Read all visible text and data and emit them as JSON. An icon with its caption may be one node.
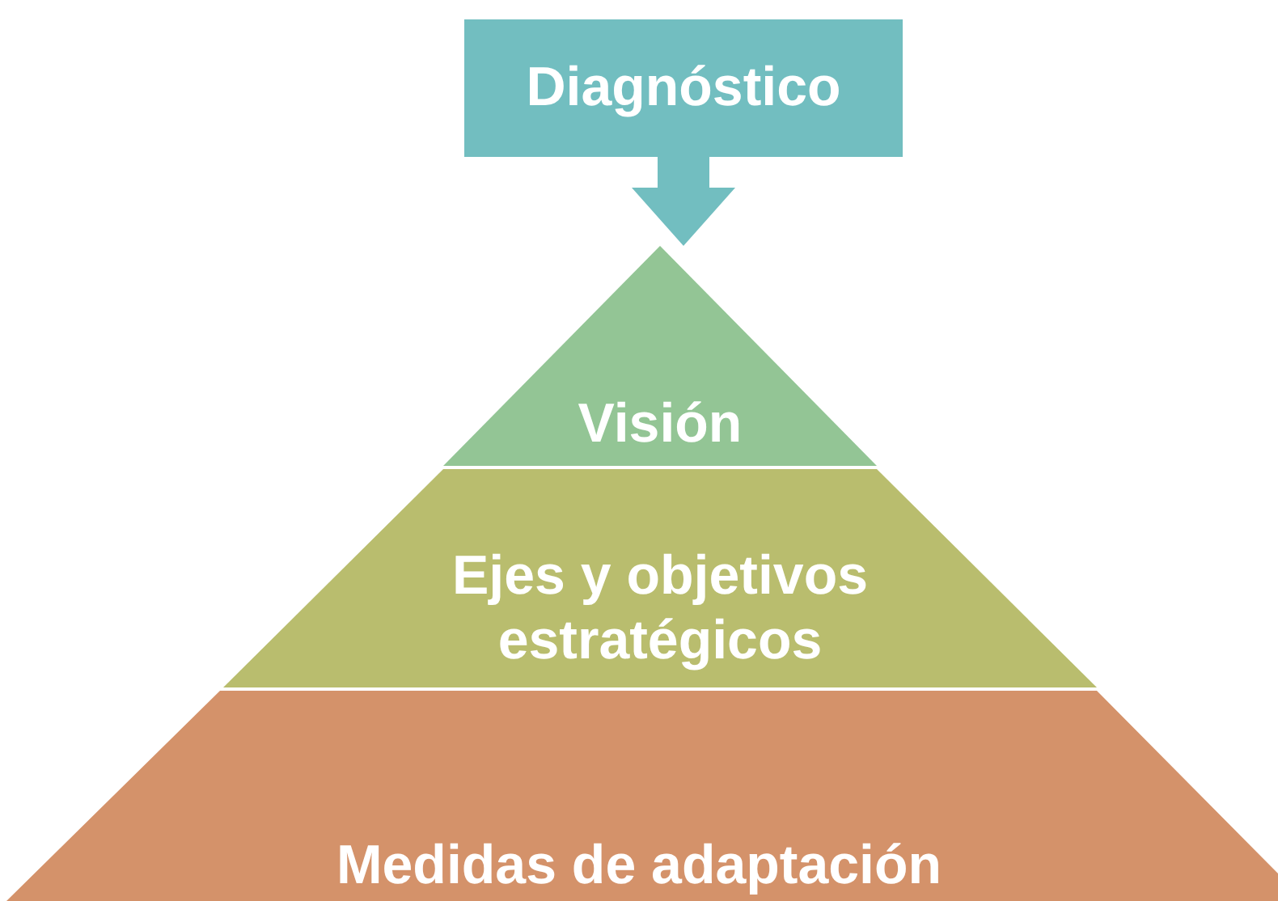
{
  "diagram": {
    "nodes": [
      {
        "text": [
          "Diagnóstico"
        ]
      },
      {
        "text": [
          "Visión"
        ]
      },
      {
        "text": [
          "Ejes y objetivos estratégicos"
        ]
      },
      {
        "text": [
          "Medidas de adaptación"
        ]
      }
    ],
    "edges": [
      {
        "from": 0,
        "to": 1,
        "arrow": "to"
      }
    ]
  }
}
